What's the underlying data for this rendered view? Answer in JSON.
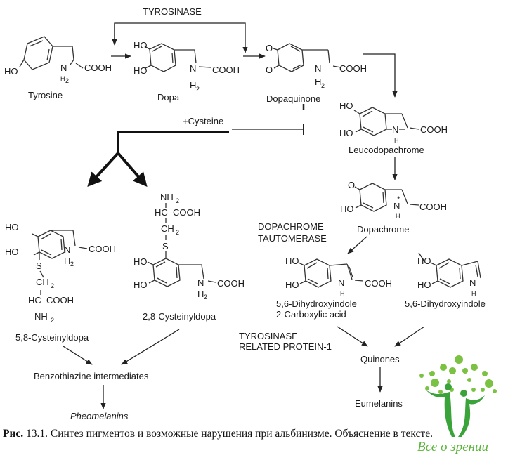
{
  "diagram": {
    "enzymes": {
      "tyrosinase": "TYROSINASE",
      "dopachrome_tautomerase_1": "DOPACHROME",
      "dopachrome_tautomerase_2": "TAUTOMERASE",
      "trp1_1": "TYROSINASE",
      "trp1_2": "RELATED PROTEIN-1"
    },
    "reagent": "+Cysteine",
    "compounds": {
      "tyrosine": "Tyrosine",
      "dopa": "Dopa",
      "dopaquinone": "Dopaquinone",
      "leucodopachrome": "Leucodopachrome",
      "dopachrome": "Dopachrome",
      "dhica_1": "5,6-Dihydroxyindole",
      "dhica_2": "2-Carboxylic acid",
      "dhi": "5,6-Dihydroxyindole",
      "cysteinyldopa_58": "5,8-Cysteinyldopa",
      "cysteinyldopa_28": "2,8-Cysteinyldopa",
      "benzothiazine": "Benzothiazine  intermediates",
      "pheomelanins": "Pheomelanins",
      "quinones": "Quinones",
      "eumelanins": "Eumelanins"
    },
    "atoms": {
      "HO": "HO",
      "O": "O",
      "N": "N",
      "H": "H",
      "H2": "H",
      "two": "2",
      "COOH": "COOH",
      "S": "S",
      "CH2": "CH",
      "HC_COOH": "HC–COOH",
      "NH2": "NH",
      "plus": "+"
    }
  },
  "caption": {
    "label": "Рис.",
    "text": " 13.1. Синтез пигментов и возможные нарушения при альбинизме. Объяснение в тексте."
  },
  "watermark": {
    "text": "Все о зрении",
    "color": "#5bb53a"
  }
}
